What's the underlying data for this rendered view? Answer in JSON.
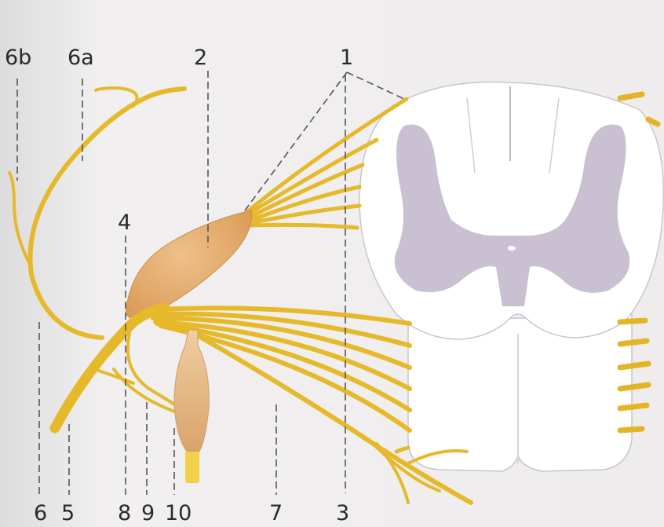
{
  "figure": {
    "background_color": "#eceaea",
    "nerve_color": "#e6b92a",
    "ganglion_color": "#e3ad6d",
    "gray_matter_color": "#b8aec4",
    "white_matter_color": "#ffffff"
  },
  "labels": {
    "l1": "1",
    "l2": "2",
    "l3": "3",
    "l4": "4",
    "l5": "5",
    "l6": "6",
    "l6a": "6a",
    "l6b": "6b",
    "l7": "7",
    "l8": "8",
    "l9": "9",
    "l10": "10"
  }
}
